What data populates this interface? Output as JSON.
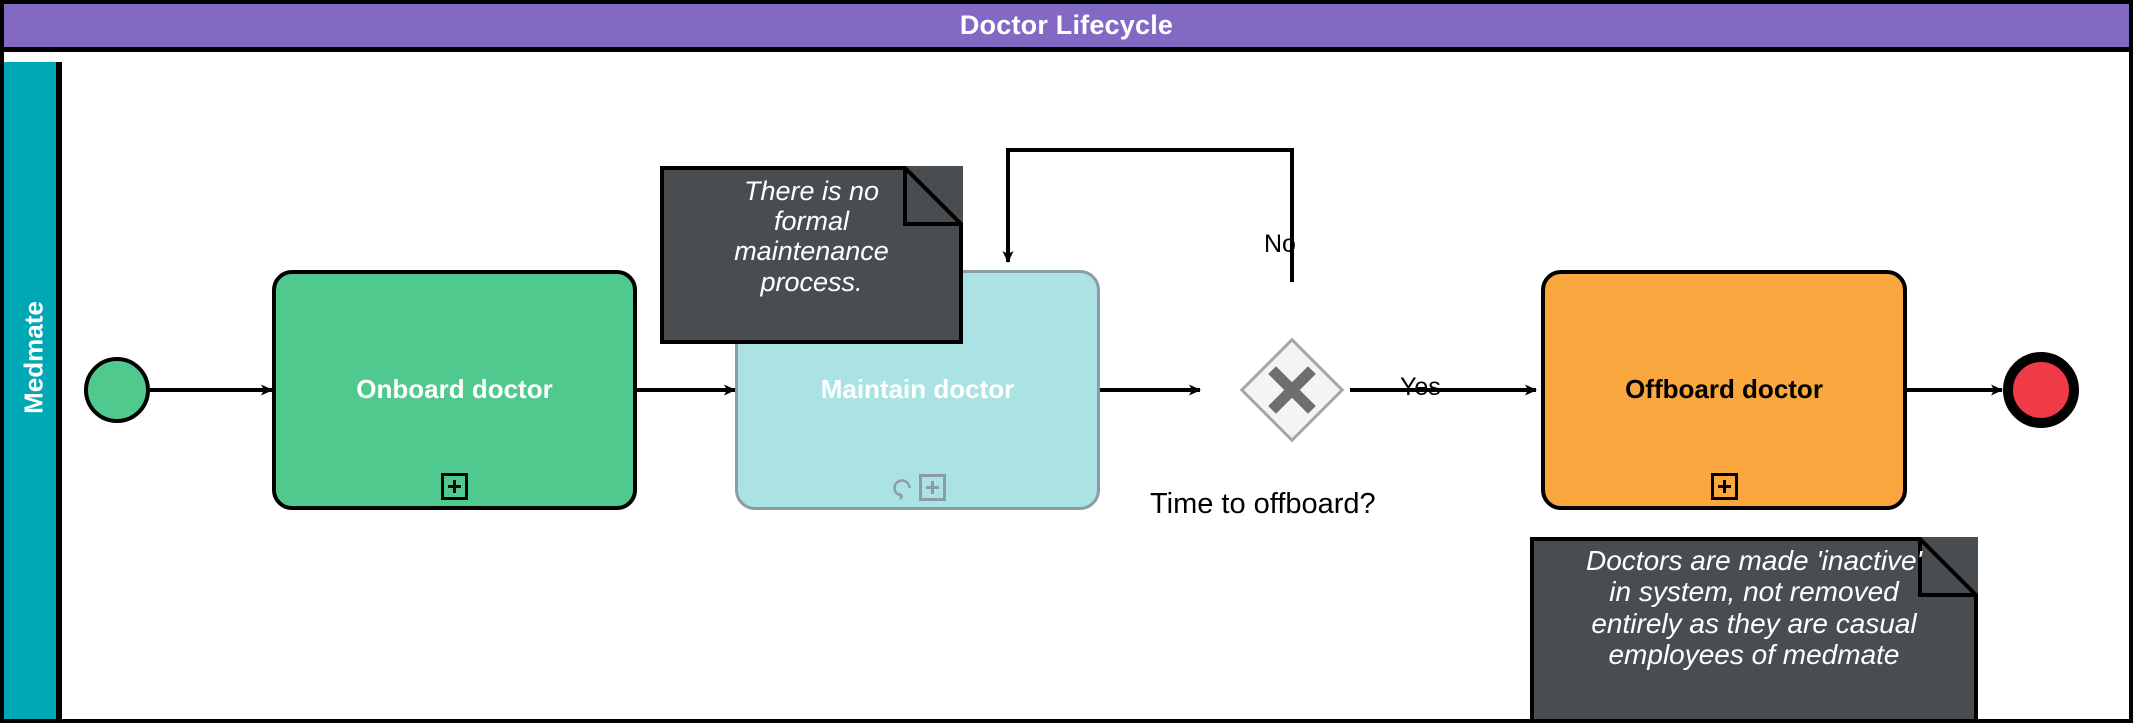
{
  "pool": {
    "title": "Doctor Lifecycle",
    "header_color": "#8169C4",
    "border_color": "#000000"
  },
  "lane": {
    "label": "Medmate",
    "color": "#00A7B5"
  },
  "events": {
    "start": {
      "name": "start-event",
      "color": "#4FC98D"
    },
    "end": {
      "name": "end-event",
      "color": "#EE3B46"
    }
  },
  "tasks": [
    {
      "id": "onboard",
      "label": "Onboard doctor",
      "fill": "#4FC98D",
      "text_color": "#ffffff",
      "markers": [
        "plus"
      ]
    },
    {
      "id": "maintain",
      "label": "Maintain doctor",
      "fill": "#ABE3E4",
      "text_color": "#ffffff",
      "markers": [
        "loop",
        "plus"
      ]
    },
    {
      "id": "offboard",
      "label": "Offboard doctor",
      "fill": "#F9A73E",
      "text_color": "#000000",
      "markers": [
        "plus"
      ]
    }
  ],
  "gateway": {
    "type": "exclusive",
    "caption": "Time to offboard?",
    "fill": "#F4F4F4",
    "stroke": "#A6A6A6",
    "mark_color": "#6E6E6E"
  },
  "flow_labels": {
    "no": "No",
    "yes": "Yes"
  },
  "annotations": [
    {
      "id": "maintenance-note",
      "text": "There is no\nformal\nmaintenance\nprocess.",
      "fill": "#4A4D50",
      "text_color": "#ffffff"
    },
    {
      "id": "offboard-note",
      "text": "Doctors are made 'inactive'\nin system, not removed\nentirely as they are casual\nemployees of medmate",
      "fill": "#4A4D50",
      "text_color": "#ffffff"
    }
  ]
}
